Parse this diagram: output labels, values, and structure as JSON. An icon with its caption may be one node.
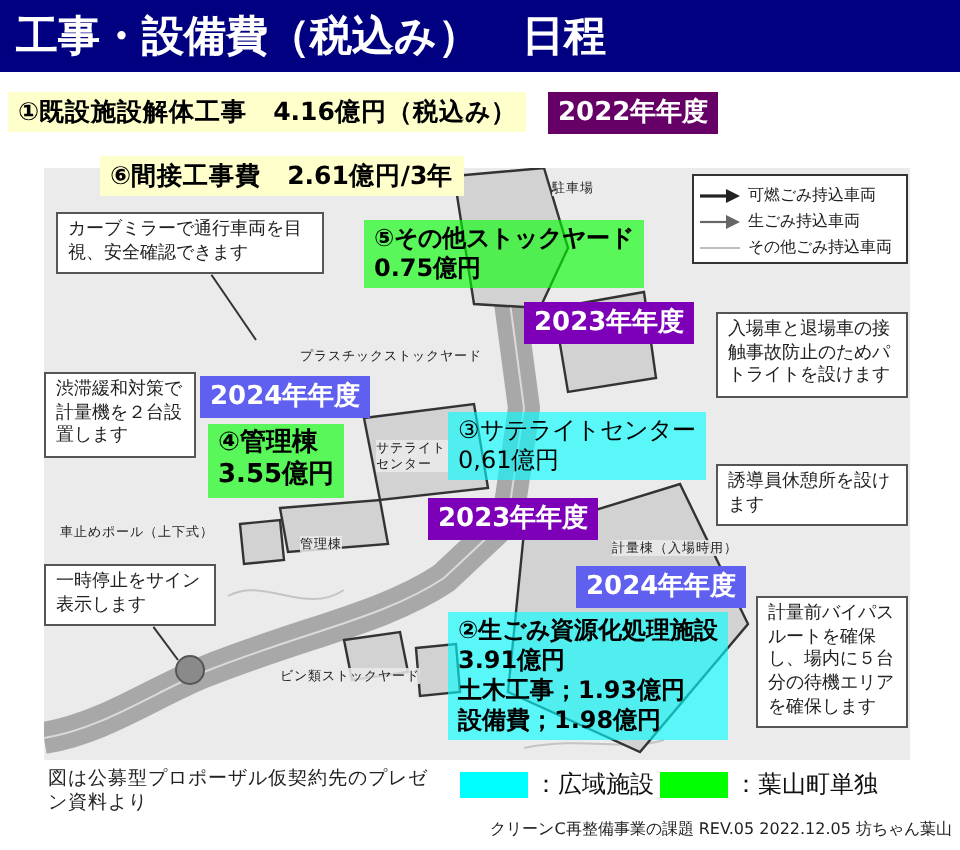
{
  "diagram": {
    "title": "工事・設備費（税込み）　日程",
    "nodes": [
      {
        "text": [
          "①既設施設解体工事　4.16億円（税込み）"
        ]
      },
      {
        "text": [
          "2022年年度"
        ]
      },
      {
        "text": [
          "⑥間接工事費　2.61億円/3年"
        ]
      },
      {
        "text": [
          "カーブミラーで通行車両を目視、安全確認できます"
        ]
      },
      {
        "text": [
          "⑤その他ストックヤード",
          "0.75億円"
        ]
      },
      {
        "text": [
          "2023年年度"
        ]
      },
      {
        "text": [
          "入場車と退場車の接触事故防止のためパトライトを設けます"
        ]
      },
      {
        "text": [
          "2024年年度"
        ]
      },
      {
        "text": [
          "渋滞緩和対策で計量機を２台設置します"
        ]
      },
      {
        "text": [
          "③サテライトセンター",
          "0,61億円"
        ]
      },
      {
        "text": [
          "④管理棟",
          "3.55億円"
        ]
      },
      {
        "text": [
          "2023年年度"
        ]
      },
      {
        "text": [
          "誘導員休憩所を設けます"
        ]
      },
      {
        "text": [
          "一時停止をサイン表示します"
        ]
      },
      {
        "text": [
          "2024年年度"
        ]
      },
      {
        "text": [
          "②生ごみ資源化処理施設",
          "3.91億円",
          "土木工事；1.93億円",
          "設備費；1.98億円"
        ]
      },
      {
        "text": [
          "計量前バイパスルートを確保し、場内に５台分の待機エリアを確保します"
        ]
      }
    ],
    "edges": [
      {
        "from": 3,
        "to": null,
        "arrow": "none"
      },
      {
        "from": 13,
        "to": null,
        "arrow": "none"
      }
    ],
    "labels": [
      "駐車場",
      "プラスチックストックヤード",
      "サテライトセンター",
      "管理棟",
      "車止めポール（上下式）",
      "ビン類ストックヤード",
      "計量棟（入場時用）",
      "図は公募型プロポーザル仮契約先のプレゼン資料より",
      "クリーンC再整備事業の課題 REV.05 2022.12.05 坊ちゃん葉山"
    ],
    "legend": [
      {
        "text": "可燃ごみ持込車両"
      },
      {
        "text": "生ごみ持込車両"
      },
      {
        "text": "その他ごみ持込車両"
      },
      {
        "text": "：広域施設",
        "color": "#00ffff"
      },
      {
        "text": "：葉山町単独",
        "color": "#00ff00"
      }
    ]
  }
}
